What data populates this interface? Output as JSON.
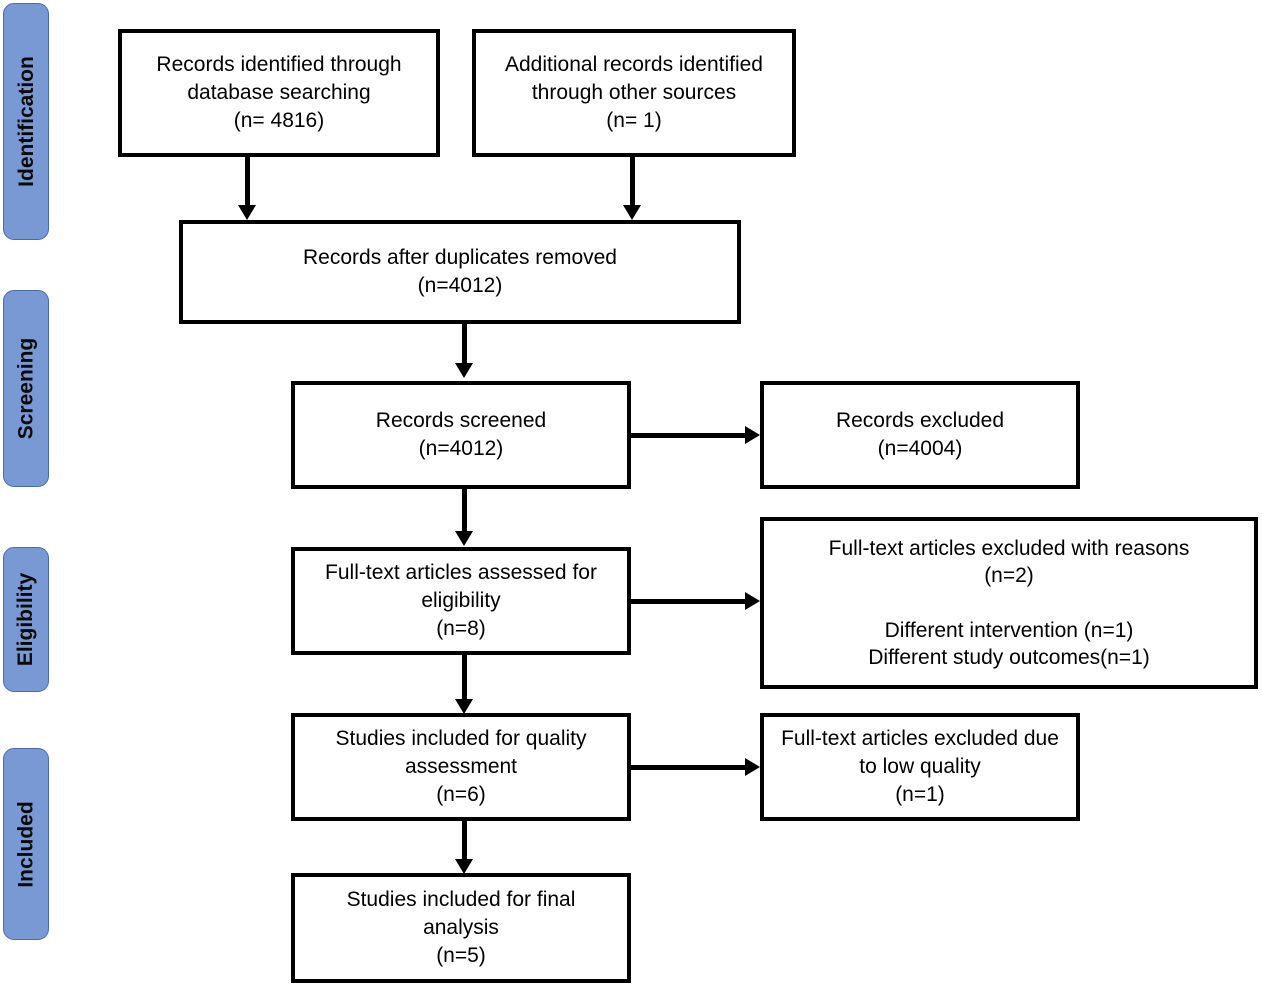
{
  "diagram": {
    "title": "PRISMA study selection flow diagram",
    "type": "prisma-flow-diagram",
    "accent_color": "#7999D4",
    "accent_border_color": "#4B6BA8",
    "box_border_color": "#000000",
    "background_color": "#FFFFFF"
  },
  "stages": [
    {
      "id": "identification",
      "label": "Identification"
    },
    {
      "id": "screening",
      "label": "Screening"
    },
    {
      "id": "eligibility",
      "label": "Eligibility"
    },
    {
      "id": "included",
      "label": "Included"
    }
  ],
  "boxes": {
    "records_database": {
      "text": "Records identified through\ndatabase searching\n(n= 4816)",
      "count": 4816
    },
    "records_other": {
      "text": "Additional records identified\nthrough other sources\n(n= 1)",
      "count": 1
    },
    "after_duplicates": {
      "text": "Records after duplicates removed\n(n=4012)",
      "count": 4012
    },
    "records_screened": {
      "text": "Records screened\n(n=4012)",
      "count": 4012
    },
    "records_excluded": {
      "text": "Records excluded\n(n=4004)",
      "count": 4004
    },
    "fulltext_assessed": {
      "text": "Full-text articles assessed for\neligibility\n(n=8)",
      "count": 8
    },
    "fulltext_excluded_reasons": {
      "text": "Full-text articles excluded with reasons\n(n=2)\n\nDifferent intervention (n=1)\nDifferent study outcomes(n=1)",
      "count": 2
    },
    "quality_assessment": {
      "text": "Studies included for quality\nassessment\n(n=6)",
      "count": 6
    },
    "excluded_low_quality": {
      "text": "Full-text articles excluded due\nto low quality\n(n=1)",
      "count": 1
    },
    "final_analysis": {
      "text": "Studies included for final\nanalysis\n(n=5)",
      "count": 5
    }
  }
}
